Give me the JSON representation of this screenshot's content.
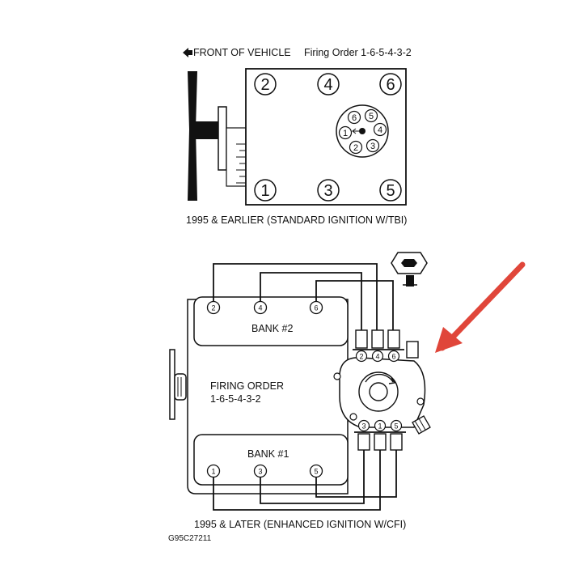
{
  "colors": {
    "ink": "#111111",
    "arrow": "#e0463a",
    "background": "#ffffff"
  },
  "top_diagram": {
    "front_label": "FRONT OF VEHICLE",
    "firing_order_label": "Firing Order 1-6-5-4-3-2",
    "cylinders_top": [
      "2",
      "4",
      "6"
    ],
    "cylinders_bottom": [
      "1",
      "3",
      "5"
    ],
    "distributor_terminals": [
      "6",
      "5",
      "1",
      "4",
      "2",
      "3"
    ],
    "caption": "1995 & EARLIER (STANDARD IGNITION W/TBI)"
  },
  "bottom_diagram": {
    "bank2_label": "BANK #2",
    "bank1_label": "BANK #1",
    "bank2_cylinders": [
      "2",
      "4",
      "6"
    ],
    "bank1_cylinders": [
      "1",
      "3",
      "5"
    ],
    "firing_order_line1": "FIRING ORDER",
    "firing_order_line2": "1-6-5-4-3-2",
    "cap_terminals_top": [
      "2",
      "4",
      "6"
    ],
    "cap_terminals_bottom": [
      "3",
      "1",
      "5"
    ],
    "caption": "1995 & LATER (ENHANCED IGNITION W/CFI)"
  },
  "figure_code": "G95C27211"
}
